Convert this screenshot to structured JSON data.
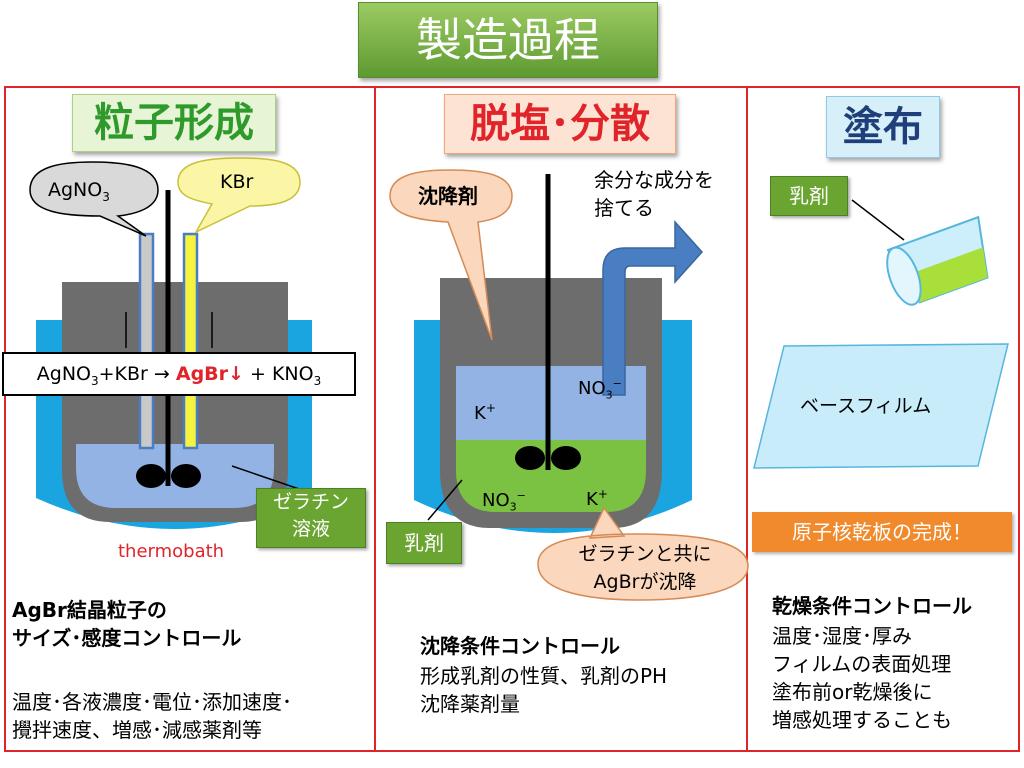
{
  "title": "製造過程",
  "panel1": {
    "header": "粒子形成",
    "bubble_agno3": "AgNO",
    "bubble_agno3_sub": "3",
    "bubble_kbr": "KBr",
    "eq_left": "AgNO",
    "eq_sub1": "3",
    "eq_mid": "+KBr → ",
    "eq_red": "AgBr↓",
    "eq_right": " + KNO",
    "eq_sub2": "3",
    "gelatin_label_1": "ゼラチン",
    "gelatin_label_2": "溶液",
    "thermobath": "thermobath",
    "text_bold_1": "AgBr結晶粒子の",
    "text_bold_2": "サイズ･感度コントロール",
    "text_1": "温度･各液濃度･電位･添加速度･",
    "text_2": "攪拌速度、増感･減感薬剤等"
  },
  "panel2": {
    "header": "脱塩･分散",
    "bubble_precip": "沈降剤",
    "arrow_text_1": "余分な成分を",
    "arrow_text_2": "捨てる",
    "no3_top": "NO",
    "no3_top_sub": "3",
    "no3_top_sup": "−",
    "k_top": "K",
    "k_top_sup": "+",
    "no3_bottom": "NO",
    "no3_bottom_sub": "3",
    "no3_bottom_sup": "−",
    "k_bottom": "K",
    "k_bottom_sup": "+",
    "emulsion_label": "乳剤",
    "bubble_gel_1": "ゼラチンと共に",
    "bubble_gel_2": "AgBrが沈降",
    "text_bold": "沈降条件コントロール",
    "text_1": "形成乳剤の性質、乳剤のPH",
    "text_2": "沈降薬剤量"
  },
  "panel3": {
    "header": "塗布",
    "emulsion_label": "乳剤",
    "film_label": "ベースフィルム",
    "complete_label": "原子核乾板の完成！",
    "text_bold": "乾燥条件コントロール",
    "text_1": "温度･湿度･厚み",
    "text_2": "フィルムの表面処理",
    "text_3": "塗布前or乾燥後に",
    "text_4": "増感処理することも"
  },
  "colors": {
    "panel_border": "#e0242a",
    "water_blue": "#1aa5e0",
    "vessel_gray": "#6d6d6d",
    "solution_blue": "#92b3e3",
    "emulsion_green": "#7cc242",
    "arrow_blue": "#4a7ec2",
    "kbr_yellow": "#f5f240",
    "title_green": "#7ab648",
    "complete_orange": "#f08a2c"
  }
}
